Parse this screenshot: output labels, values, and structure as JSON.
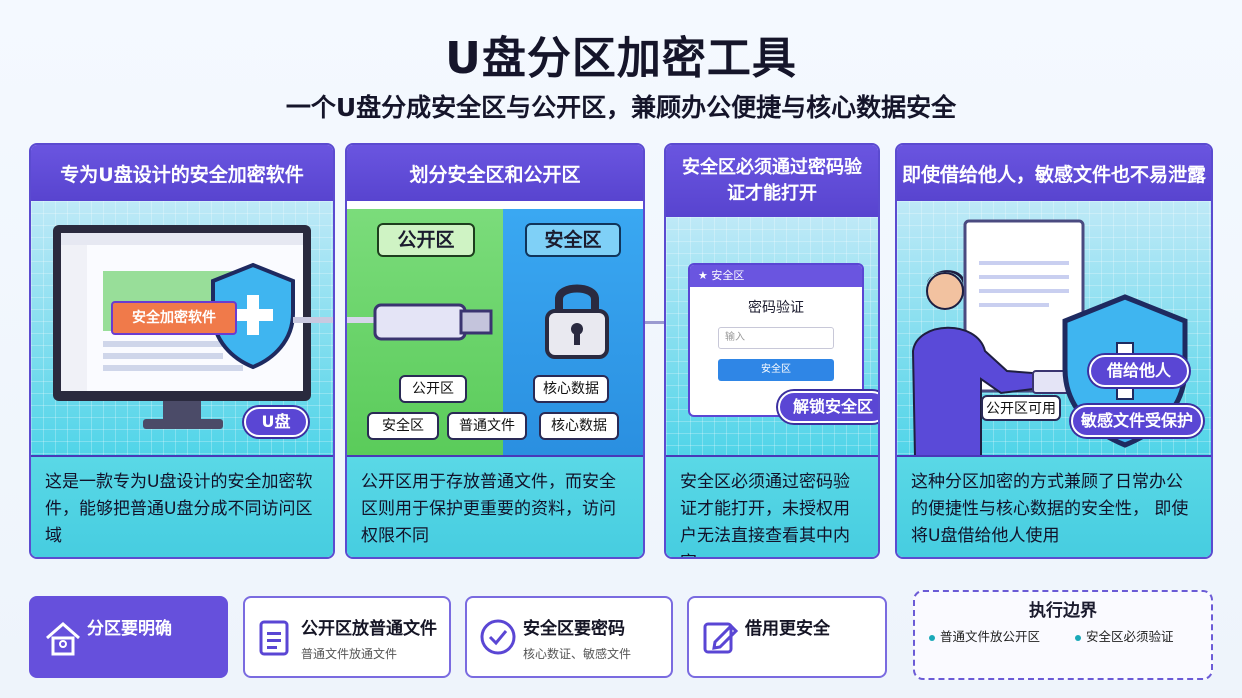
{
  "title": "U盘分区加密工具",
  "subtitle": "一个U盘分成安全区与公开区，兼顾办公便捷与核心数据安全",
  "panels": [
    {
      "head": "专为U盘设计的安全加密软件",
      "app_label": "安全加密软件",
      "badge": "U盘",
      "desc": "这是一款专为U盘设计的安全加密软件，能够把普通U盘分成不同访问区域"
    },
    {
      "head": "划分安全区和公开区",
      "public_label": "公开区",
      "secure_label": "安全区",
      "tags": [
        "公开区",
        "核心数据",
        "安全区",
        "普通文件",
        "核心数据"
      ],
      "desc": "公开区用于存放普通文件，而安全区则用于保护更重要的资料，访问权限不同"
    },
    {
      "head": "安全区必须通过密码验证才能打开",
      "dialog_title": "安全区",
      "dialog_heading": "密码验证",
      "dialog_placeholder": "输入",
      "dialog_button": "安全区",
      "badge": "解锁安全区",
      "desc": "安全区必须通过密码验证才能打开，未授权用户无法直接查看其中内容"
    },
    {
      "head": "即使借给他人，敏感文件也不易泄露",
      "lend_label": "借给他人",
      "public_ok": "公开区可用",
      "protected": "敏感文件受保护",
      "desc": "这种分区加密的方式兼顾了日常办公的便捷性与核心数据的安全性， 即使将U盘借给他人使用"
    }
  ],
  "bottom": [
    {
      "title": "分区要明确",
      "sub": ""
    },
    {
      "title": "公开区放普通文件",
      "sub": "普通文件放通文件"
    },
    {
      "title": "安全区要密码",
      "sub": "核心数证、敏感文件"
    },
    {
      "title": "借用更安全",
      "sub": ""
    }
  ],
  "boundary": {
    "title": "执行边界",
    "items": [
      "普通文件放公开区",
      "安全区必须验证"
    ]
  },
  "colors": {
    "accent": "#5a46d4",
    "cyan": "#4fd4e8",
    "green": "#6ad46a",
    "blue": "#3aa0f0"
  }
}
